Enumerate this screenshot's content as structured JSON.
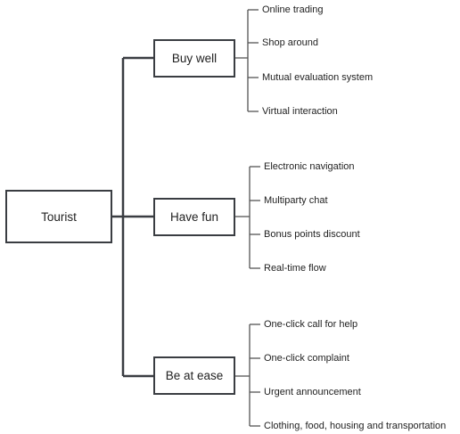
{
  "root": {
    "label": "Tourist"
  },
  "groups": [
    {
      "label": "Buy well",
      "items": [
        "Online trading",
        "Shop around",
        "Mutual evaluation system",
        "Virtual interaction"
      ]
    },
    {
      "label": "Have fun",
      "items": [
        "Electronic navigation",
        "Multiparty chat",
        "Bonus points discount",
        "Real-time flow"
      ]
    },
    {
      "label": "Be at ease",
      "items": [
        "One-click call for help",
        "One-click complaint",
        "Urgent announcement",
        "Clothing, food, housing and transportation"
      ]
    }
  ],
  "colors": {
    "line": "#3a3d42",
    "leaf_line": "#555555"
  }
}
